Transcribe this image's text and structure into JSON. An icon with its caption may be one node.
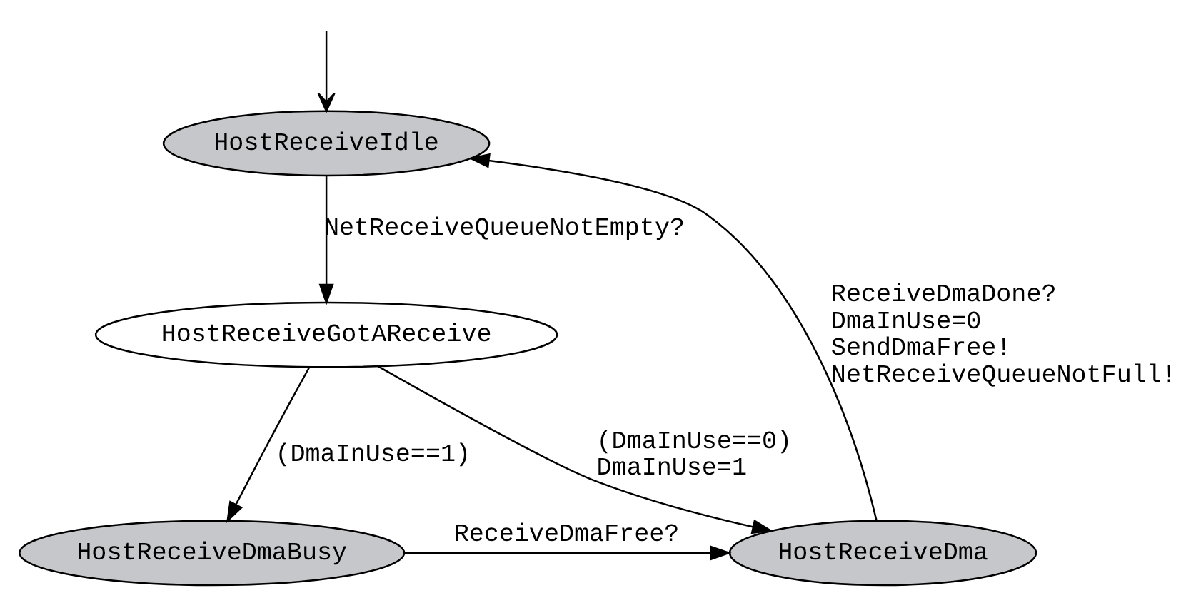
{
  "diagram": {
    "nodes": [
      {
        "text": [
          "HostReceiveIdle"
        ]
      },
      {
        "text": [
          "HostReceiveGotAReceive"
        ]
      },
      {
        "text": [
          "HostReceiveDmaBusy"
        ]
      },
      {
        "text": [
          "HostReceiveDma"
        ]
      }
    ],
    "edges": [
      {
        "from": null,
        "to": 0,
        "arrow": "to"
      },
      {
        "from": 0,
        "to": 1,
        "arrow": "to",
        "label": "NetReceiveQueueNotEmpty?"
      },
      {
        "from": 1,
        "to": 2,
        "arrow": "to",
        "label": "(DmaInUse==1)"
      },
      {
        "from": 1,
        "to": 3,
        "arrow": "to",
        "label": "(DmaInUse==0) DmaInUse=1"
      },
      {
        "from": 2,
        "to": 3,
        "arrow": "to",
        "label": "ReceiveDmaFree?"
      },
      {
        "from": 3,
        "to": 0,
        "arrow": "to",
        "label": "ReceiveDmaDone? DmaInUse=0 SendDmaFree! NetReceiveQueueNotFull!"
      }
    ]
  }
}
